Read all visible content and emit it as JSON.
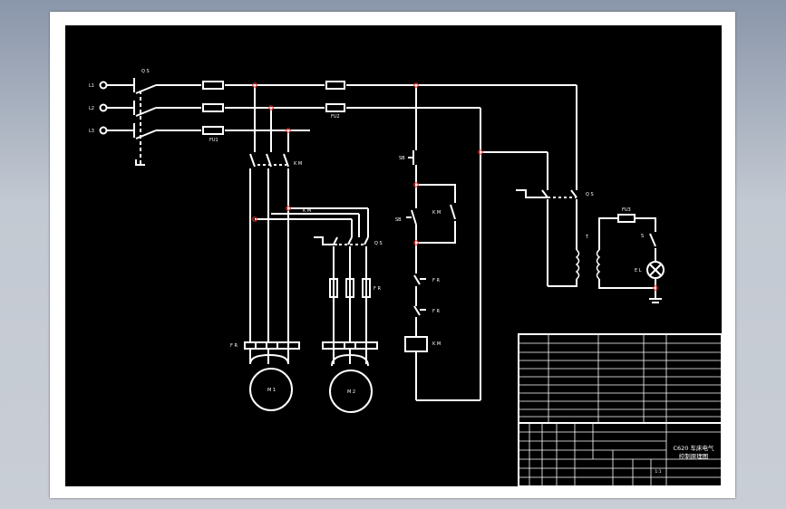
{
  "labels": {
    "L1": "L1",
    "L2": "L2",
    "L3": "L3",
    "QS": "Q S",
    "FU1": "FU1",
    "FU2": "FU2",
    "KM1": "K M",
    "KM2": "K M",
    "QS2": "Q S",
    "SB1": "SB",
    "SB2": "SB",
    "KM_contact": "K M",
    "FR1": "F R",
    "FR2": "F R",
    "KM_coil": "K M",
    "QS_right": "Q S",
    "FR_heaters1": "F R",
    "FR_heaters2": "F R",
    "M1": "M 1",
    "M2": "M 2",
    "FU3": "FU3",
    "T": "T",
    "S": "S",
    "EL": "E L"
  },
  "bom": {
    "rows": [
      [
        "",
        "",
        "",
        "",
        ""
      ],
      [
        "",
        "",
        "",
        "",
        ""
      ],
      [
        "",
        "",
        "",
        "",
        ""
      ],
      [
        "",
        "",
        "",
        "",
        ""
      ],
      [
        "",
        "",
        "",
        "",
        ""
      ],
      [
        "",
        "",
        "",
        "",
        ""
      ],
      [
        "",
        "",
        "",
        "",
        ""
      ],
      [
        "",
        "",
        "",
        "",
        ""
      ],
      [
        "",
        "",
        "",
        "",
        ""
      ],
      [
        "",
        "",
        "",
        "",
        ""
      ]
    ]
  },
  "title_block": {
    "drawing_title_line1": "C620 车床电气",
    "drawing_title_line2": "控制原理图",
    "ratio": "1:1"
  }
}
